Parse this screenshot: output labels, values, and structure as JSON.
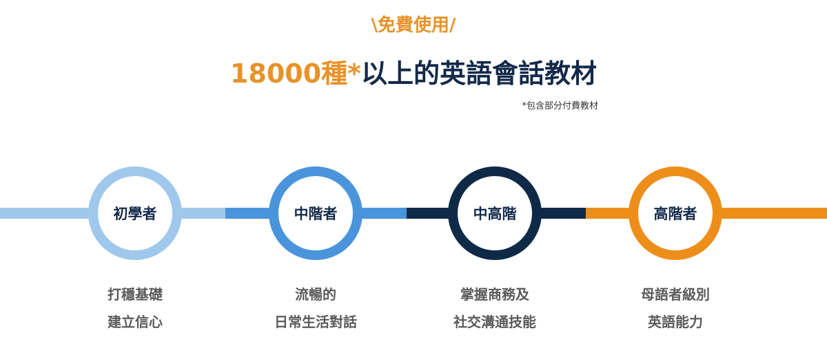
{
  "header": {
    "tag": "\\免費使用/",
    "title_highlight": "18000種*",
    "title_rest": "以上的英語會話教材",
    "note": "*包含部分付費教材"
  },
  "colors": {
    "light_blue": "#9fc8ec",
    "blue": "#4a94dc",
    "navy": "#0f2a47",
    "orange": "#ee8e1a"
  },
  "levels": [
    {
      "label": "初學者",
      "desc": [
        "打穩基礎",
        "建立信心"
      ]
    },
    {
      "label": "中階者",
      "desc": [
        "流暢的",
        "日常生活對話"
      ]
    },
    {
      "label": "中高階",
      "desc": [
        "掌握商務及",
        "社交溝通技能"
      ]
    },
    {
      "label": "高階者",
      "desc": [
        "母語者級別",
        "英語能力"
      ]
    }
  ]
}
